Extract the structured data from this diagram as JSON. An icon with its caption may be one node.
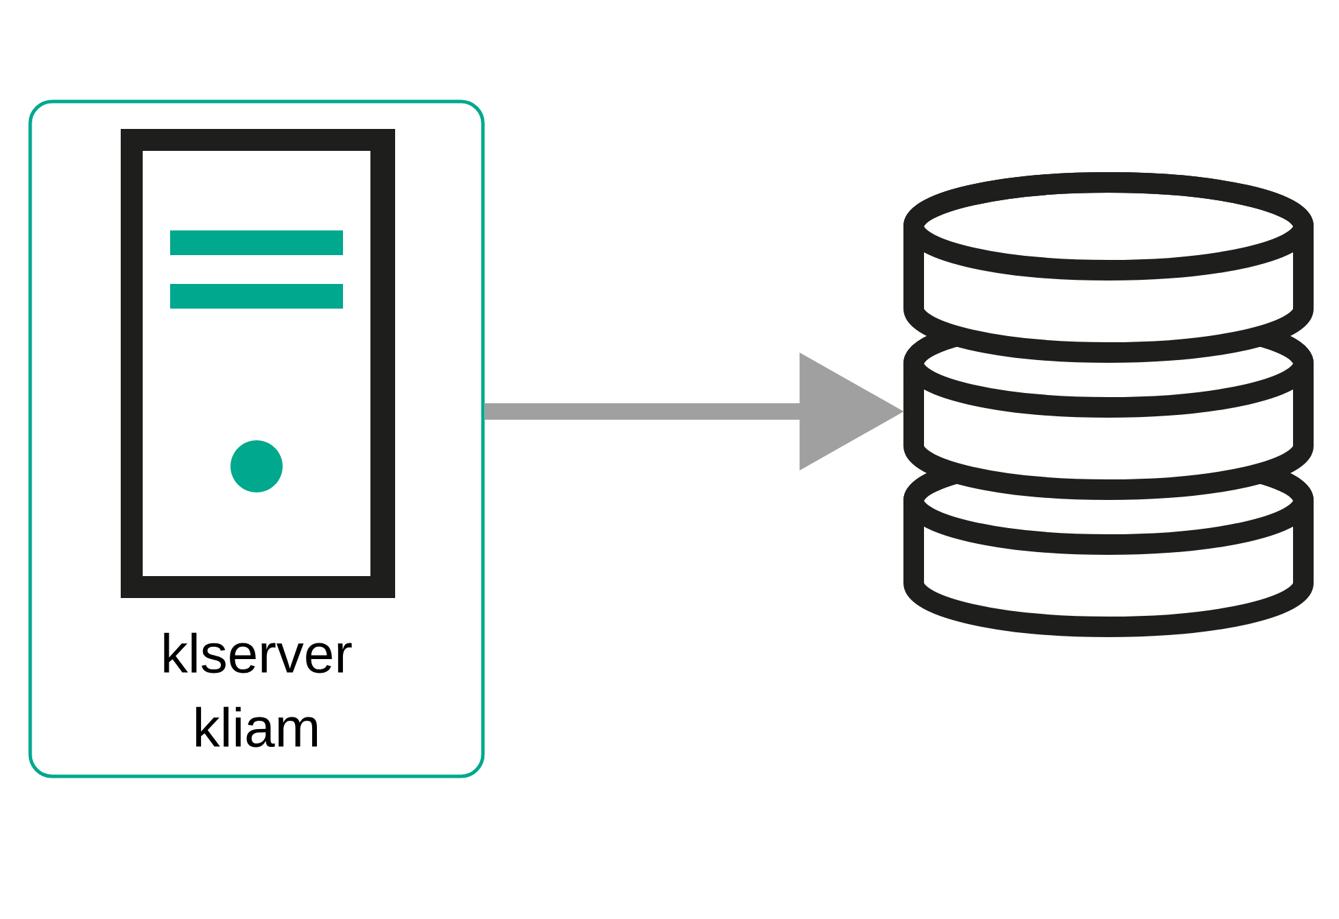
{
  "diagram": {
    "nodes": [
      {
        "text": [
          "klserver kliam"
        ]
      },
      {
        "text": [],
        "shape": "cylinder"
      }
    ],
    "edges": [
      {
        "from": 0,
        "to": 1,
        "arrow": "to",
        "style": "thick",
        "color": "#a0a0a0"
      }
    ]
  }
}
